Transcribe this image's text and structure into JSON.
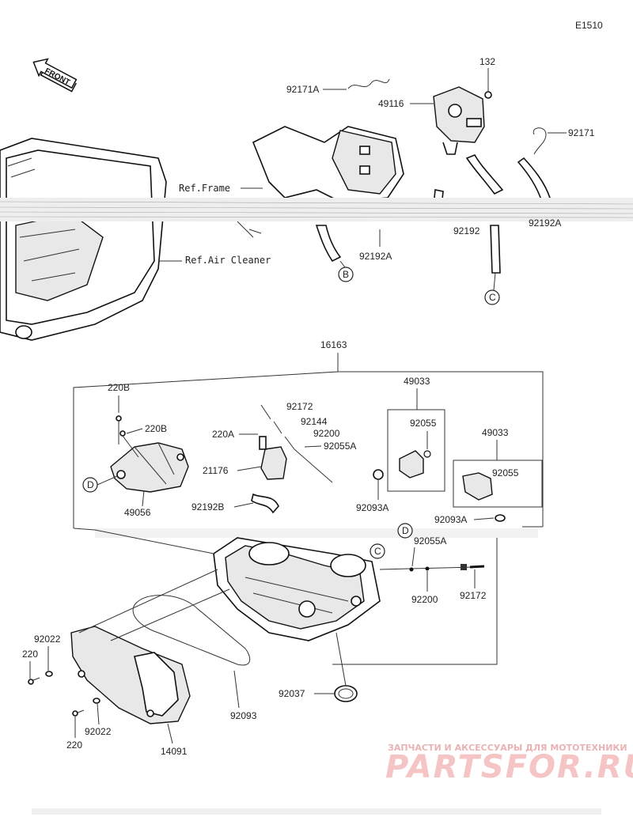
{
  "diagram_code": "E1510",
  "front_label": "FRONT",
  "refs": {
    "frame": "Ref.Frame",
    "air_cleaner": "Ref.Air Cleaner"
  },
  "part_labels": {
    "p132": "132",
    "p92171A": "92171A",
    "p49116": "49116",
    "p92171": "92171",
    "p92192": "92192",
    "p92192A_top": "92192A",
    "p92192A_mid": "92192A",
    "p16163": "16163",
    "p220B_1": "220B",
    "p220B_2": "220B",
    "p92172_1": "92172",
    "p92144_1": "92144",
    "p92200_1": "92200",
    "p220A": "220A",
    "p92055A_1": "92055A",
    "p21176": "21176",
    "p49056": "49056",
    "p92192B": "92192B",
    "p49033_1": "49033",
    "p92055_1": "92055",
    "p92093A_1": "92093A",
    "p49033_2": "49033",
    "p92055_2": "92055",
    "p92093A_2": "92093A",
    "p92055A_2": "92055A",
    "p92200_2": "92200",
    "p92172_2": "92172",
    "p92022_1": "92022",
    "p220_1": "220",
    "p92093": "92093",
    "p92037": "92037",
    "p220_2": "220",
    "p92022_2": "92022",
    "p14091": "14091"
  },
  "connectors": {
    "b1": "B",
    "c1": "C",
    "d1": "D",
    "c2": "C",
    "d2": "D"
  },
  "watermark": {
    "tagline": "ЗАПЧАСТИ И АКСЕССУАРЫ ДЛЯ МОТОТЕХНИКИ",
    "brand": "PARTSFOR.RU"
  },
  "colors": {
    "line": "#333333",
    "watermark": "#e8a0a0"
  }
}
